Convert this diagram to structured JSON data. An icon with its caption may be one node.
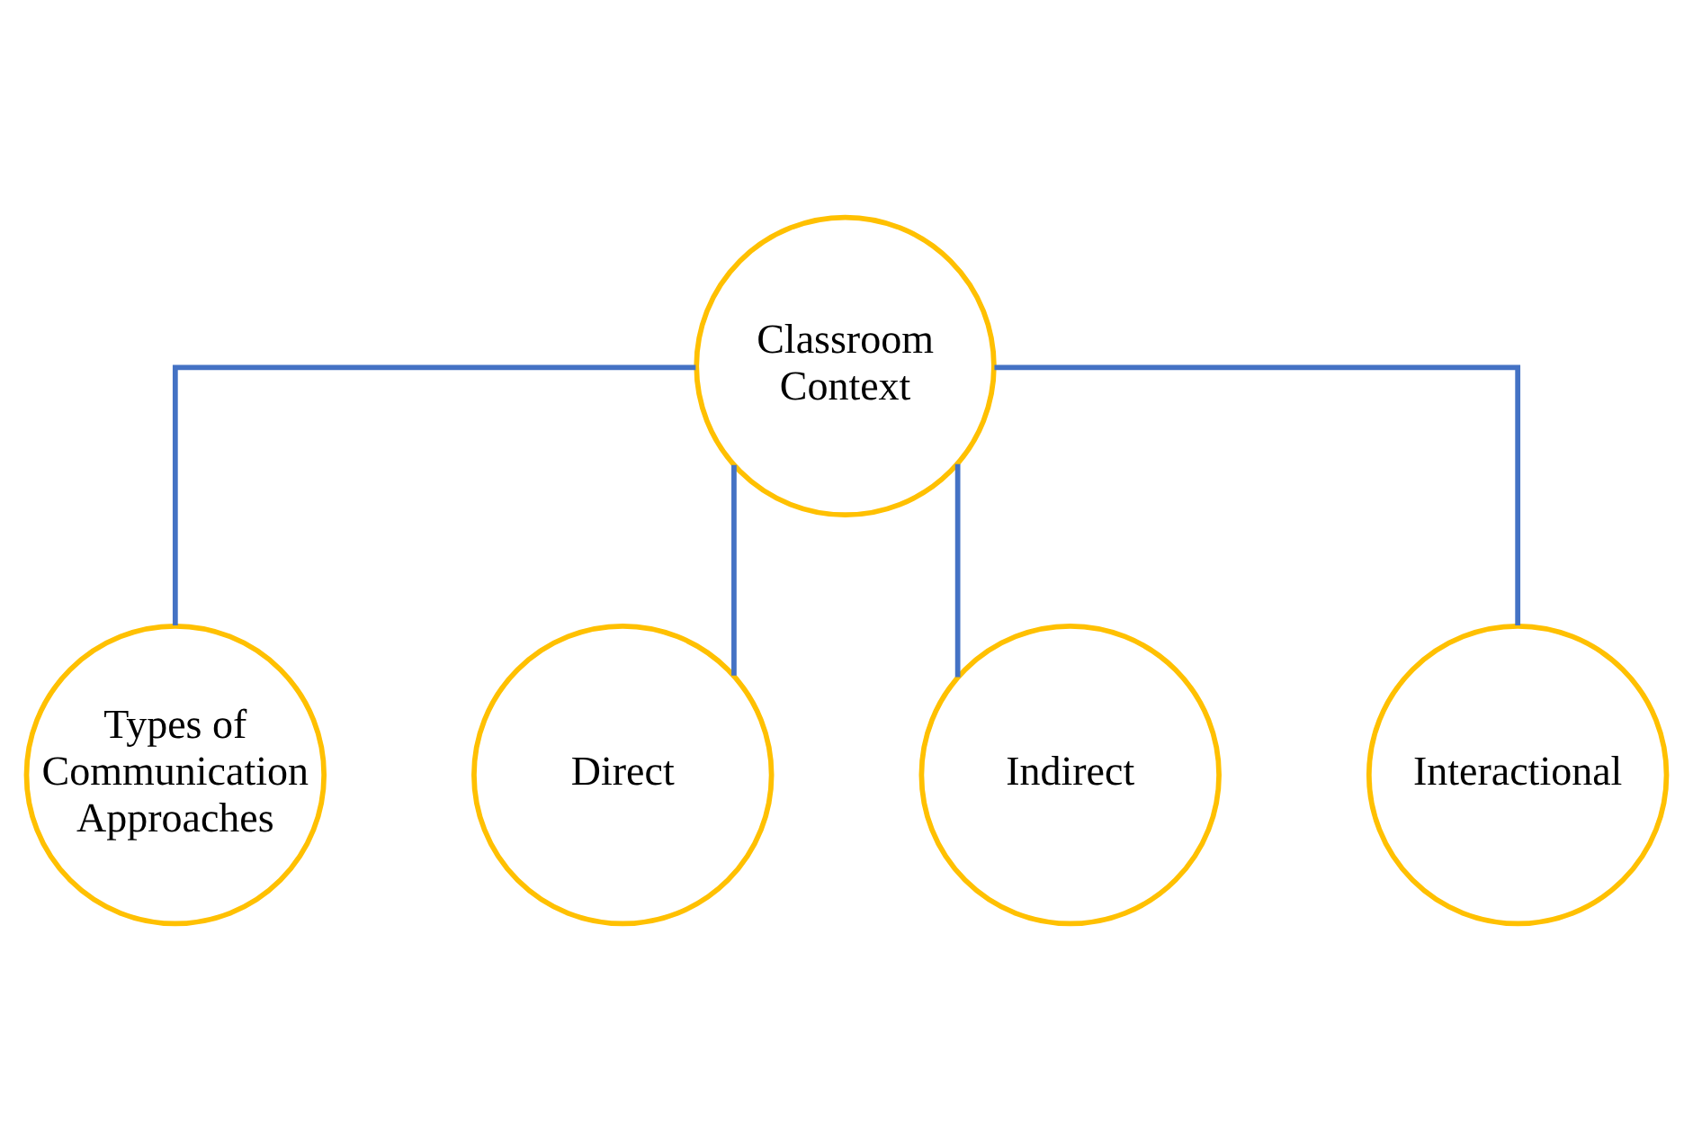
{
  "diagram": {
    "nodes": [
      {
        "text": [
          "Classroom Context"
        ]
      },
      {
        "text": [
          "Types of Communication Approaches"
        ]
      },
      {
        "text": [
          "Direct"
        ]
      },
      {
        "text": [
          "Indirect"
        ]
      },
      {
        "text": [
          "Interactional"
        ]
      }
    ],
    "edges": [
      {
        "from": 0,
        "to": 1,
        "arrow": "none"
      },
      {
        "from": 0,
        "to": 2,
        "arrow": "none"
      },
      {
        "from": 0,
        "to": 3,
        "arrow": "none"
      },
      {
        "from": 0,
        "to": 4,
        "arrow": "none"
      }
    ]
  }
}
